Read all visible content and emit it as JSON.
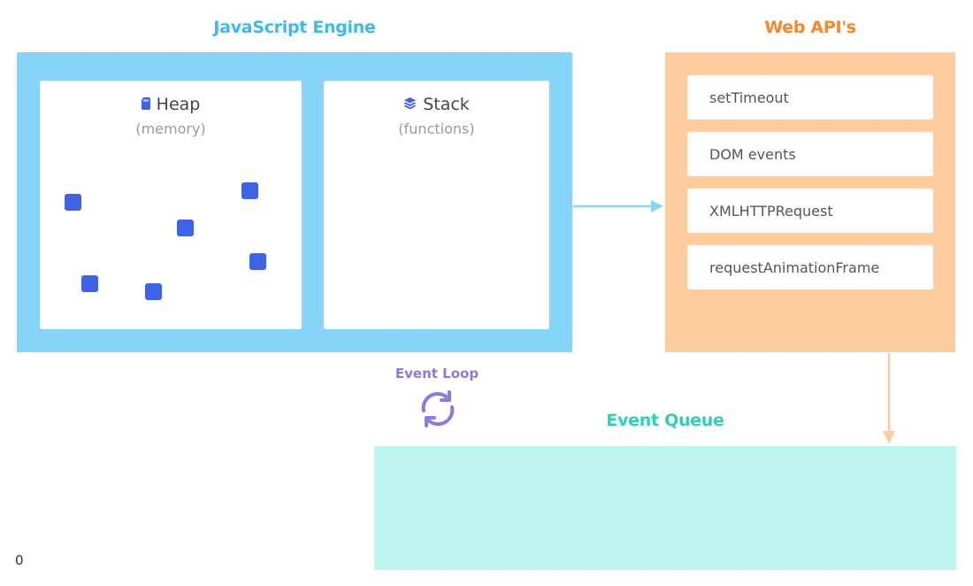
{
  "js_engine": {
    "title": "JavaScript Engine",
    "heap": {
      "title": "Heap",
      "subtitle": "(memory)",
      "icon": "memory-card-icon"
    },
    "stack": {
      "title": "Stack",
      "subtitle": "(functions)",
      "icon": "layers-icon"
    }
  },
  "web_apis": {
    "title": "Web API's",
    "items": [
      "setTimeout",
      "DOM events",
      "XMLHTTPRequest",
      "requestAnimationFrame"
    ]
  },
  "event_loop": {
    "label": "Event Loop",
    "icon": "refresh-icon"
  },
  "event_queue": {
    "title": "Event Queue"
  },
  "corner_number": "0",
  "colors": {
    "js_engine": "#86d5f8",
    "js_title": "#3fb8ee",
    "web_apis": "#fdcc9f",
    "web_title": "#f5882a",
    "event_queue": "#bdf5ee",
    "queue_title": "#2fcfb6",
    "event_loop": "#9079de",
    "heap_block": "#3e63e6"
  }
}
